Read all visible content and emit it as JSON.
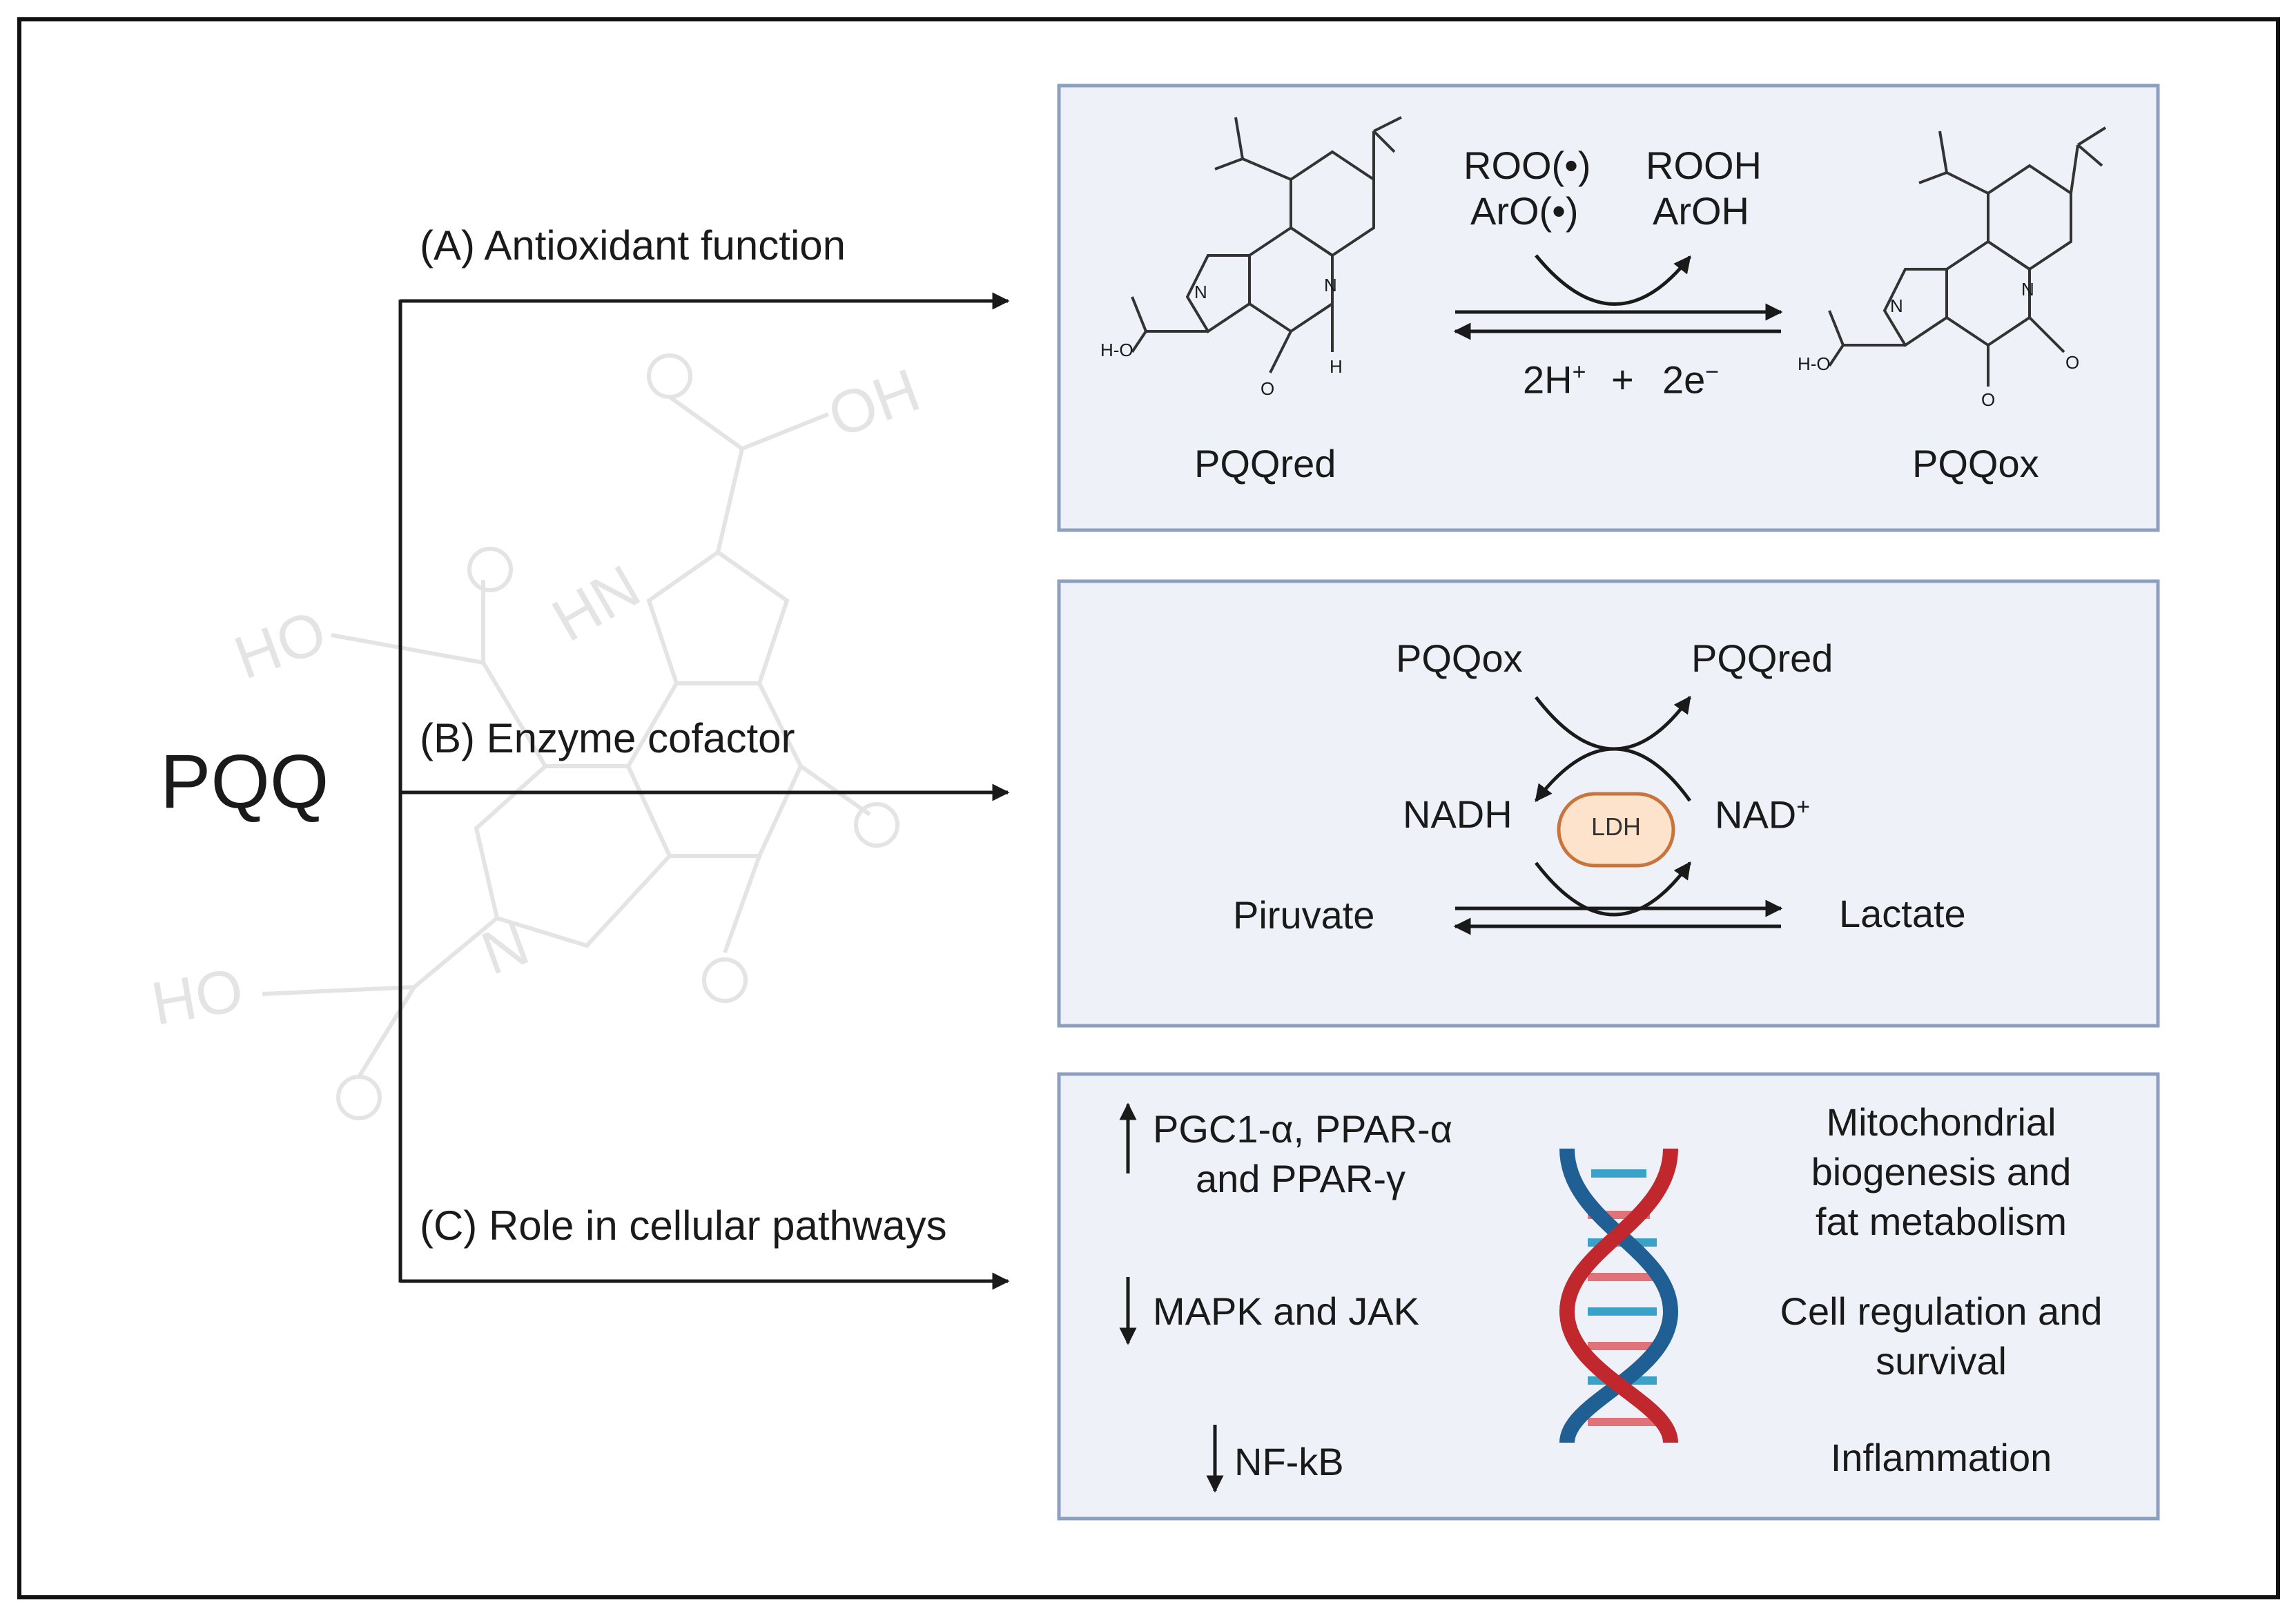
{
  "root_label": "PQQ",
  "branches": [
    {
      "label": "(A) Antioxidant function"
    },
    {
      "label": "(B) Enzyme cofactor"
    },
    {
      "label": "(C) Role in cellular pathways"
    }
  ],
  "panel_a": {
    "left_molecule": "PQQred",
    "right_molecule": "PQQox",
    "reactant_1": "ROO(•)",
    "reactant_2": "ArO(•)",
    "product_1": "ROOH",
    "product_2": "ArOH",
    "reverse_1": "2H",
    "reverse_1_sup": "+",
    "reverse_plus": "+",
    "reverse_2": "2e",
    "reverse_2_sup": "−",
    "atom_h": "H",
    "atom_o": "O",
    "atom_n": "N",
    "atom_ho": "H-O"
  },
  "panel_b": {
    "top_left": "PQQox",
    "top_right": "PQQred",
    "mid_left": "NADH",
    "mid_right": "NAD",
    "mid_right_sup": "+",
    "enzyme": "LDH",
    "substrate": "Piruvate",
    "product": "Lactate"
  },
  "panel_c": {
    "left_1_line1": "PGC1-α, PPAR-α",
    "left_1_line2": "and PPAR-γ",
    "left_2": "MAPK and JAK",
    "left_3": "NF-kB",
    "right_1_line1": "Mitochondrial",
    "right_1_line2": "biogenesis and",
    "right_1_line3": "fat metabolism",
    "right_2_line1": "Cell regulation and",
    "right_2_line2": "survival",
    "right_3": "Inflammation"
  },
  "watermark": {
    "hn": "HN",
    "n": "N",
    "ho": "HO",
    "oh": "OH",
    "o": "O"
  },
  "colors": {
    "panel_fill": "#eef2f8",
    "panel_border": "#8d9fc0",
    "arrow": "#1a1a1a",
    "watermark": "#e6e6e6",
    "ldh_fill": "#fde2cc",
    "ldh_border": "#c8743a",
    "dna_blue": "#1f5f94",
    "dna_red": "#c0282d",
    "dna_cyan": "#3aa2c8",
    "dna_pink": "#e0737a"
  }
}
